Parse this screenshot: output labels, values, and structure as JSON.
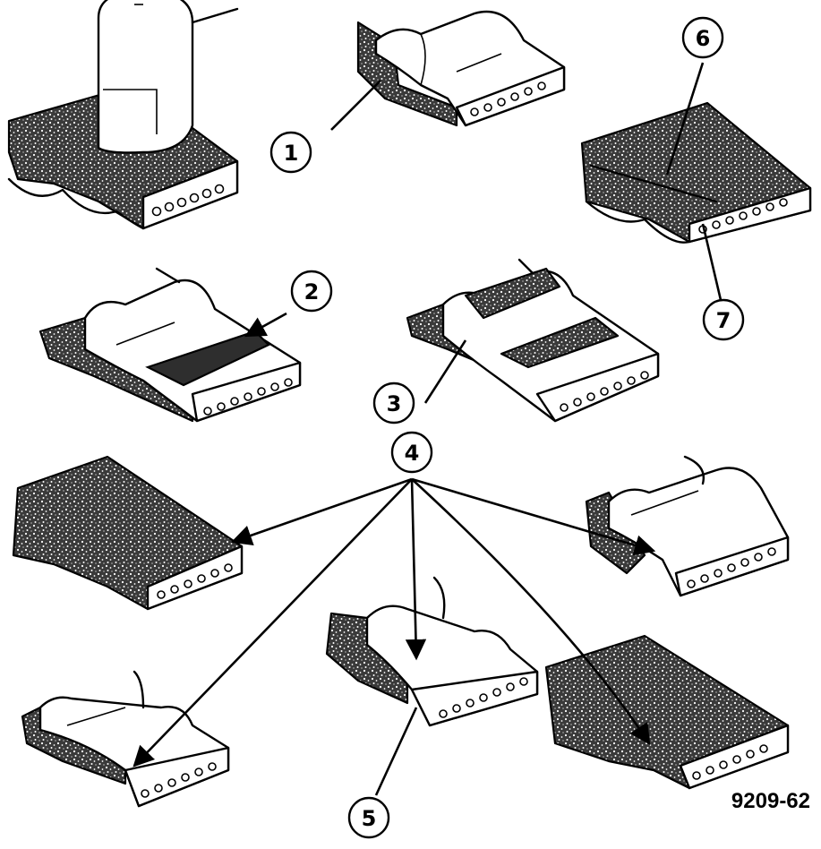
{
  "callouts": [
    {
      "id": "callout-1",
      "number": "1"
    },
    {
      "id": "callout-2",
      "number": "2"
    },
    {
      "id": "callout-3",
      "number": "3"
    },
    {
      "id": "callout-4",
      "number": "4"
    },
    {
      "id": "callout-5",
      "number": "5"
    },
    {
      "id": "callout-6",
      "number": "6"
    },
    {
      "id": "callout-7",
      "number": "7"
    }
  ],
  "figure_number": "9209-62"
}
